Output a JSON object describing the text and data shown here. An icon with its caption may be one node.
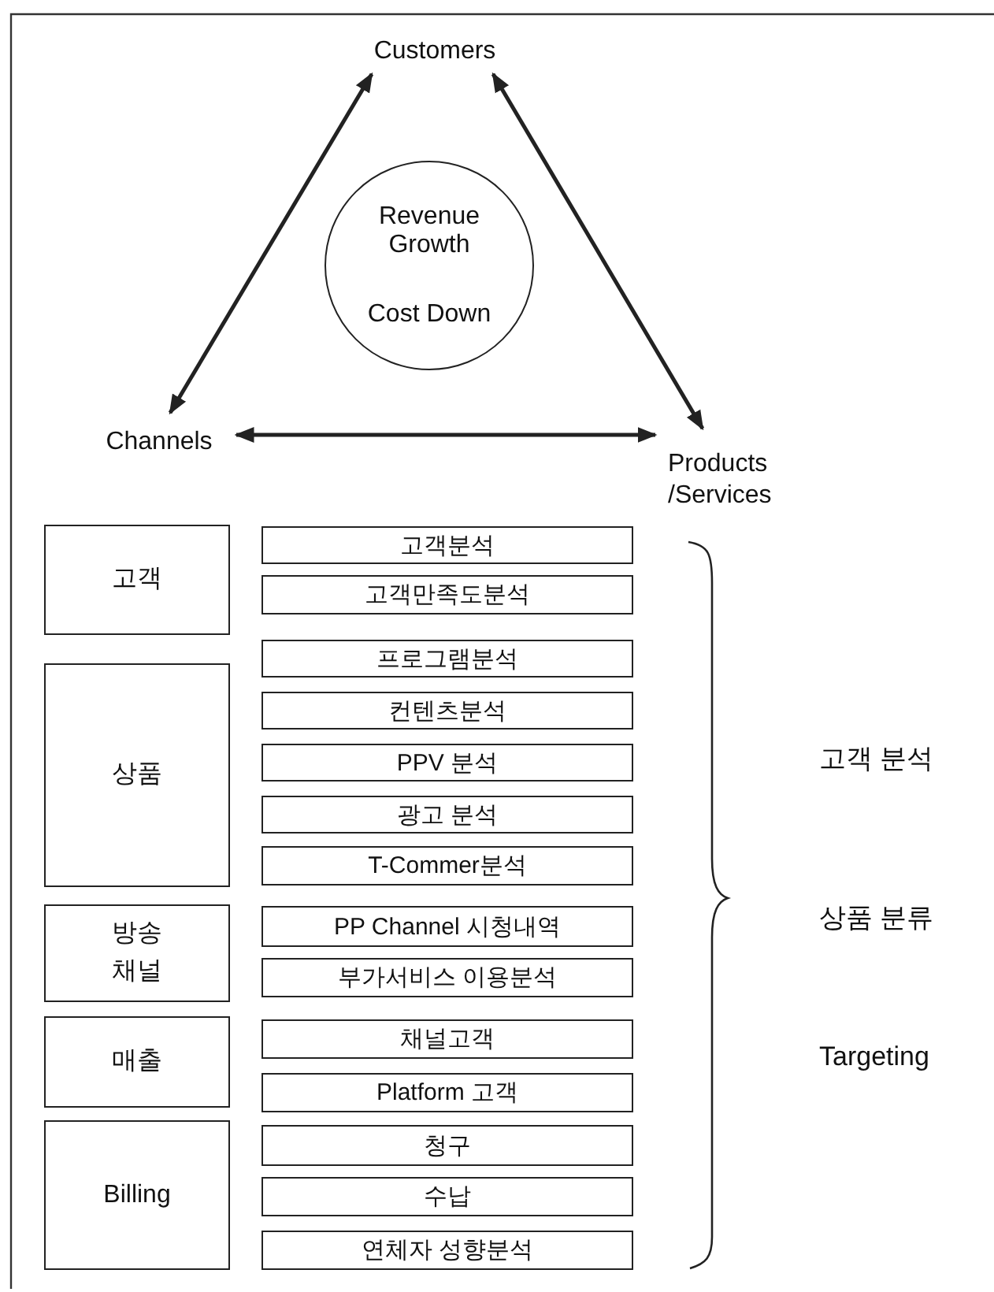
{
  "diagram": {
    "nodes": [
      {
        "text": [
          "Customers"
        ]
      },
      {
        "text": [
          "Revenue Growth",
          "Cost Down"
        ]
      },
      {
        "text": [
          "Channels"
        ]
      },
      {
        "text": [
          "Products /Services"
        ]
      },
      {
        "text": [
          "고객"
        ]
      },
      {
        "text": [
          "고객분석"
        ]
      },
      {
        "text": [
          "고객만족도분석"
        ]
      },
      {
        "text": [
          "상품"
        ]
      },
      {
        "text": [
          "프로그램분석"
        ]
      },
      {
        "text": [
          "컨텐츠분석"
        ]
      },
      {
        "text": [
          "PPV 분석"
        ]
      },
      {
        "text": [
          "광고 분석"
        ]
      },
      {
        "text": [
          "T-Commer분석"
        ]
      },
      {
        "text": [
          "방송 채널"
        ]
      },
      {
        "text": [
          "PP Channel 시청내역"
        ]
      },
      {
        "text": [
          "부가서비스 이용분석"
        ]
      },
      {
        "text": [
          "매출"
        ]
      },
      {
        "text": [
          "채널고객"
        ]
      },
      {
        "text": [
          "Platform 고객"
        ]
      },
      {
        "text": [
          "Billing"
        ]
      },
      {
        "text": [
          "청구"
        ]
      },
      {
        "text": [
          "수납"
        ]
      },
      {
        "text": [
          "연체자 성향분석"
        ]
      }
    ],
    "edges": [
      {
        "from": 0,
        "to": 2,
        "arrow": "both"
      },
      {
        "from": 0,
        "to": 3,
        "arrow": "both"
      },
      {
        "from": 2,
        "to": 3,
        "arrow": "both"
      }
    ],
    "labels": [
      "고객 분석",
      "상품 분류",
      "Targeting"
    ]
  }
}
